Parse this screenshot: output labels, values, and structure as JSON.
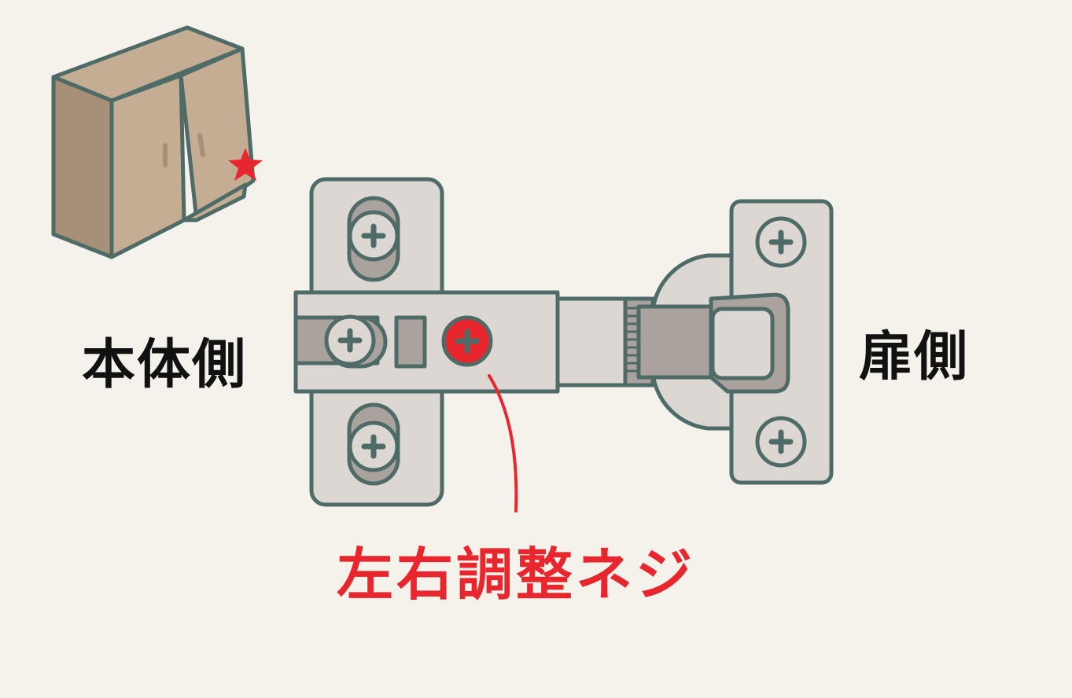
{
  "labels": {
    "body_side": "本体側",
    "door_side": "扉側",
    "adjust_screw": "左右調整ネジ"
  },
  "colors": {
    "background": "#f5f2ec",
    "outline": "#4f6b67",
    "plate": "#dcd7d2",
    "dark_metal": "#aaa29c",
    "cabinet_front": "#c5ad93",
    "cabinet_side": "#a88f77",
    "accent_red": "#e8262e"
  }
}
